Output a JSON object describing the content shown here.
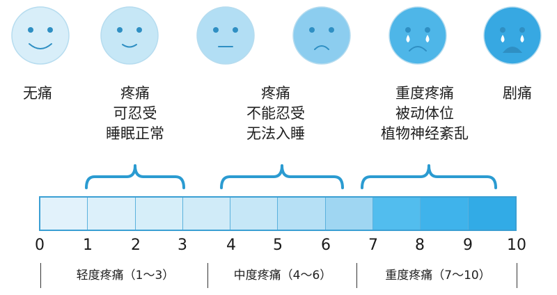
{
  "faces": [
    {
      "mood": "smile-face",
      "color": "#d8eef9"
    },
    {
      "mood": "slight-smile-face",
      "color": "#c6e7f6"
    },
    {
      "mood": "neutral-face",
      "color": "#b2def4"
    },
    {
      "mood": "frown-face",
      "color": "#8ccdef"
    },
    {
      "mood": "crying-face",
      "color": "#4eb6e8"
    },
    {
      "mood": "crying-open-mouth-face",
      "color": "#37a8e2"
    }
  ],
  "descriptions": [
    [
      "无痛"
    ],
    [
      "疼痛",
      "可忍受",
      "睡眠正常"
    ],
    [
      "疼痛",
      "不能忍受",
      "无法入睡"
    ],
    [
      "重度疼痛",
      "被动体位",
      "植物神经紊乱"
    ],
    [
      "剧痛"
    ]
  ],
  "scale_colors": [
    "#e2f2fb",
    "#dcf0fa",
    "#d6eef9",
    "#d0ebf8",
    "#c6e7f7",
    "#b6e0f5",
    "#9fd6f2",
    "#52bdee",
    "#3fb3eb",
    "#32abe6"
  ],
  "ticks": [
    "0",
    "1",
    "2",
    "3",
    "4",
    "5",
    "6",
    "7",
    "8",
    "9",
    "10"
  ],
  "ranges": [
    "轻度疼痛（1～3）",
    "中度疼痛（4～6）",
    "重度疼痛（7～10）"
  ],
  "brace_color": "#2b9bd1"
}
